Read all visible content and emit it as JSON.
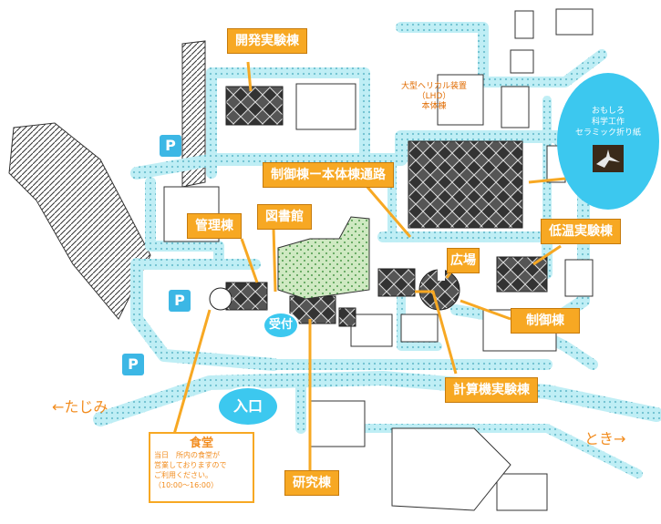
{
  "map": {
    "buildings": {
      "development": "開発実験棟",
      "lhd_line1": "大型ヘリカル装置",
      "lhd_line2": "（LHD）",
      "lhd_line3": "本体棟",
      "corridor": "制御棟ー本体棟通路",
      "admin": "管理棟",
      "library": "図書館",
      "plaza": "広場",
      "cryogenic": "低温実験棟",
      "control": "制御棟",
      "computer": "計算機実験棟",
      "research": "研究棟"
    },
    "parking": {
      "p1": "P",
      "p2": "P",
      "p3": "P"
    },
    "reception": "受付",
    "entrance": "入口",
    "directions": {
      "left": "←たじみ",
      "right": "とき→"
    },
    "cafeteria": {
      "title": "食堂",
      "lines": [
        "当日　所内の食堂が",
        "営業しておりますので",
        "ご利用ください。",
        "（10:00～16:00）"
      ]
    },
    "callout": {
      "lines": [
        "おもしろ",
        "科学工作",
        "セラミック折り紙"
      ]
    },
    "colors": {
      "road": "#aeeaf3",
      "label": "#f7a823",
      "accent": "#3cc8ef",
      "plaza": "#cfe9c2"
    }
  }
}
